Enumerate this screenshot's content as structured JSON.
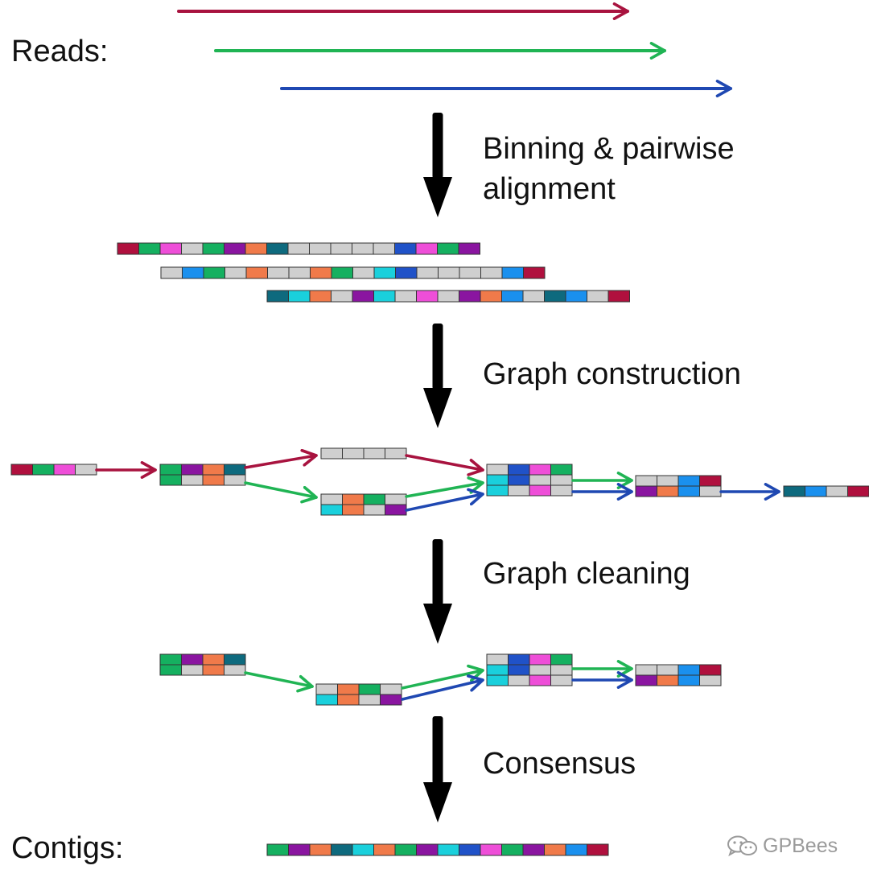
{
  "labels": {
    "reads": "Reads:",
    "contigs": "Contigs:"
  },
  "steps": [
    "Binning & pairwise\nalignment",
    "Graph construction",
    "Graph cleaning",
    "Consensus"
  ],
  "watermark": {
    "text": "GPBees",
    "icon": "wechat-icon"
  },
  "colors": {
    "red": "#b0103e",
    "green": "#15b060",
    "magenta": "#ee4ed8",
    "grey": "#cfcfcf",
    "purple": "#8a15a0",
    "orange": "#f07a4a",
    "teal": "#0e6a7e",
    "blue": "#2052c8",
    "cyan": "#1ad0dc",
    "sky": "#1a90ee",
    "arrow_red": "#a8133f",
    "arrow_green": "#20b454",
    "arrow_blue": "#1f48b2",
    "step_arrow": "#000000"
  },
  "reads": [
    "red",
    "green",
    "blue"
  ],
  "alignment": [
    [
      "red",
      "green",
      "magenta",
      "grey",
      "green",
      "purple",
      "orange",
      "teal",
      "grey",
      "grey",
      "grey",
      "grey",
      "grey",
      "blue",
      "magenta",
      "green",
      "purple"
    ],
    [
      "grey",
      "sky",
      "green",
      "grey",
      "orange",
      "grey",
      "grey",
      "orange",
      "green",
      "grey",
      "cyan",
      "blue",
      "grey",
      "grey",
      "grey",
      "grey",
      "sky",
      "red"
    ],
    [
      "teal",
      "cyan",
      "orange",
      "grey",
      "purple",
      "cyan",
      "grey",
      "magenta",
      "grey",
      "purple",
      "orange",
      "sky",
      "grey",
      "teal",
      "sky",
      "grey",
      "red"
    ]
  ],
  "graph_nodes": [
    [
      [
        "red",
        "green",
        "magenta",
        "grey"
      ]
    ],
    [
      [
        "green",
        "purple",
        "orange",
        "teal"
      ],
      [
        "green",
        "grey",
        "orange",
        "grey"
      ]
    ],
    [
      [
        "grey",
        "grey",
        "grey",
        "grey"
      ]
    ],
    [
      [
        "grey",
        "orange",
        "green",
        "grey"
      ],
      [
        "cyan",
        "orange",
        "grey",
        "purple"
      ]
    ],
    [
      [
        "grey",
        "blue",
        "magenta",
        "green"
      ],
      [
        "cyan",
        "blue",
        "grey",
        "grey"
      ],
      [
        "cyan",
        "grey",
        "magenta",
        "grey"
      ]
    ],
    [
      [
        "grey",
        "grey",
        "sky",
        "red"
      ],
      [
        "purple",
        "orange",
        "sky",
        "grey"
      ]
    ],
    [
      [
        "teal",
        "sky",
        "grey",
        "red"
      ]
    ]
  ],
  "clean_nodes": [
    [
      [
        "green",
        "purple",
        "orange",
        "teal"
      ],
      [
        "green",
        "grey",
        "orange",
        "grey"
      ]
    ],
    [
      [
        "grey",
        "orange",
        "green",
        "grey"
      ],
      [
        "cyan",
        "orange",
        "grey",
        "purple"
      ]
    ],
    [
      [
        "grey",
        "blue",
        "magenta",
        "green"
      ],
      [
        "cyan",
        "blue",
        "grey",
        "grey"
      ],
      [
        "cyan",
        "grey",
        "magenta",
        "grey"
      ]
    ],
    [
      [
        "grey",
        "grey",
        "sky",
        "red"
      ],
      [
        "purple",
        "orange",
        "sky",
        "grey"
      ]
    ]
  ],
  "contig": [
    "green",
    "purple",
    "orange",
    "teal",
    "cyan",
    "orange",
    "green",
    "purple",
    "cyan",
    "blue",
    "magenta",
    "green",
    "purple",
    "orange",
    "sky",
    "red"
  ]
}
